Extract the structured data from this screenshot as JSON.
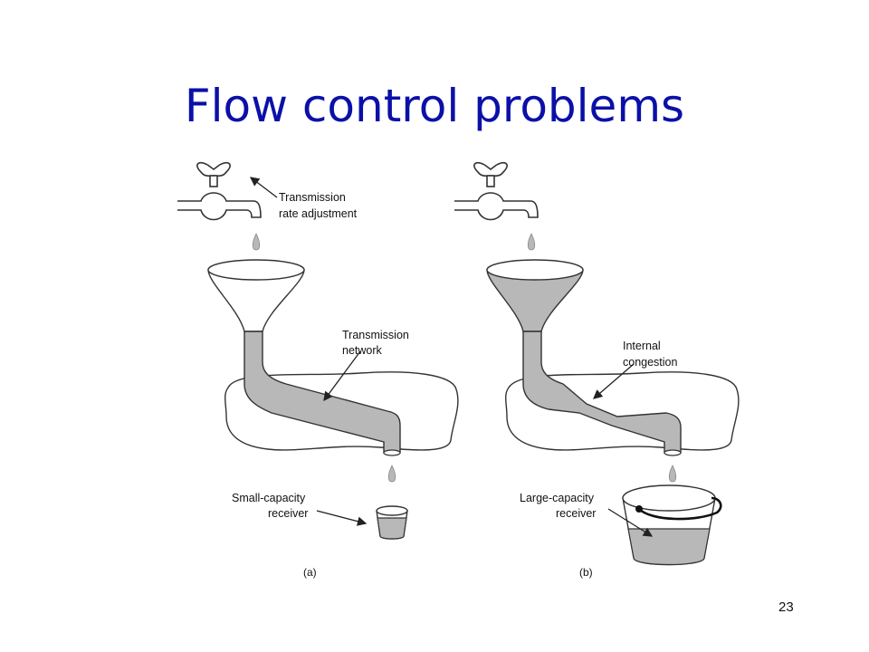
{
  "slide": {
    "title": "Flow control problems",
    "page_number": "23"
  },
  "panel_a": {
    "tap_label_line1": "Transmission",
    "tap_label_line2": "rate adjustment",
    "network_label_line1": "Transmission",
    "network_label_line2": "network",
    "receiver_label_line1": "Small-capacity",
    "receiver_label_line2": "receiver",
    "panel_label": "(a)"
  },
  "panel_b": {
    "congestion_label_line1": "Internal",
    "congestion_label_line2": "congestion",
    "receiver_label_line1": "Large-capacity",
    "receiver_label_line2": "receiver",
    "panel_label": "(b)"
  },
  "colors": {
    "title": "#0b10a8",
    "fill": "#b8b8b8",
    "stroke": "#333333"
  }
}
